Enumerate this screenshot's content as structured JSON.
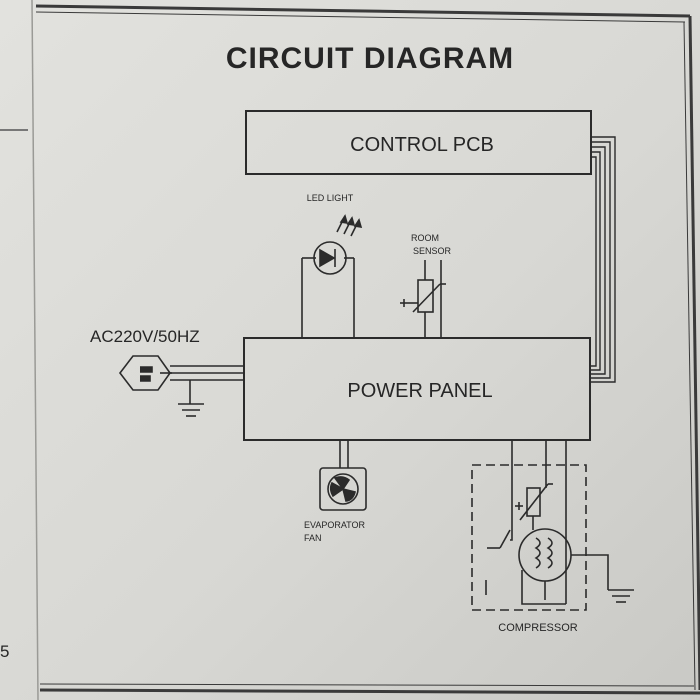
{
  "title": "CIRCUIT DIAGRAM",
  "components": {
    "control_pcb": "CONTROL PCB",
    "power_panel": "POWER PANEL",
    "led_light": "LED LIGHT",
    "room_sensor": [
      "ROOM",
      "SENSOR"
    ],
    "power_input": "AC220V/50HZ",
    "evaporator_fan": [
      "EVAPORATOR",
      "FAN"
    ],
    "compressor": "COMPRESSOR"
  },
  "margin_mark": "5",
  "colors": {
    "ink": "#2b2b2b",
    "paper": "#dededa"
  }
}
